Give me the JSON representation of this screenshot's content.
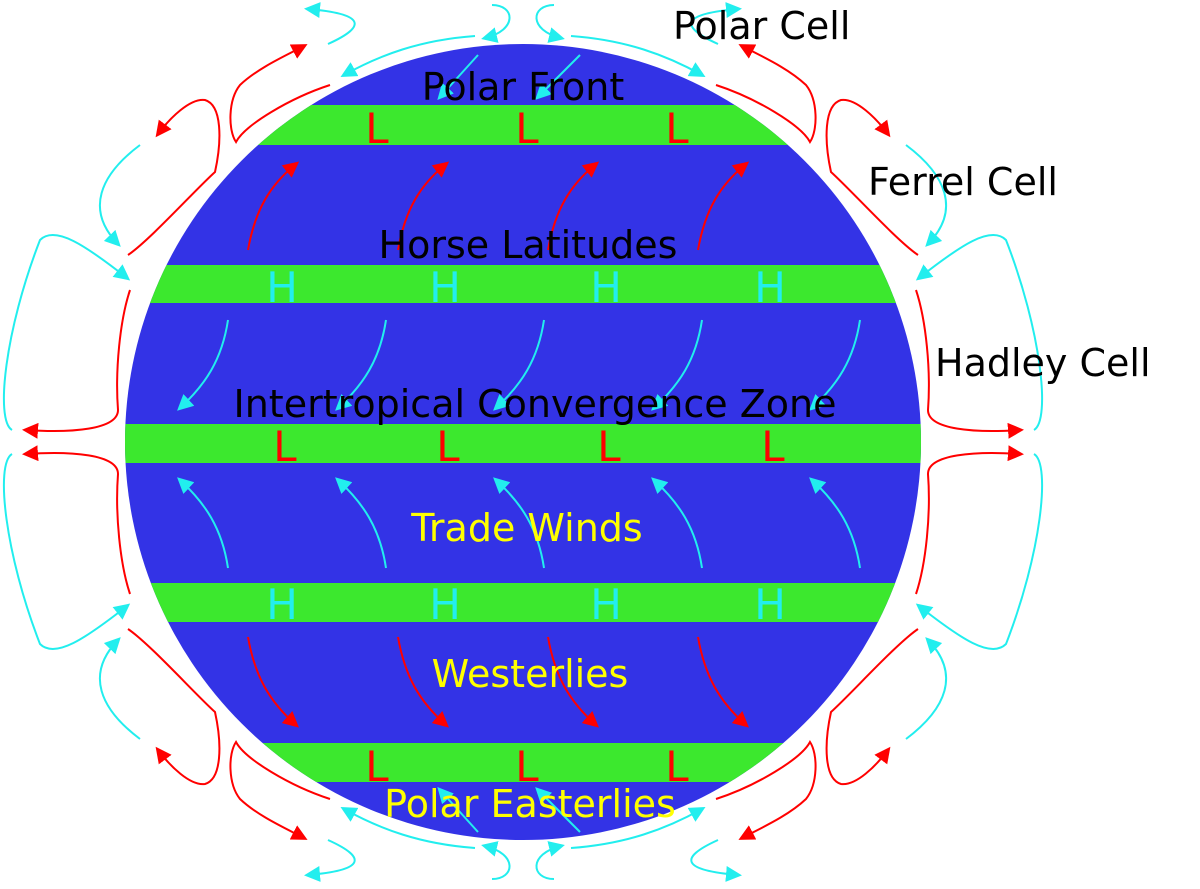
{
  "cells": {
    "polar": "Polar Cell",
    "ferrel": "Ferrel Cell",
    "hadley": "Hadley Cell"
  },
  "bands": {
    "polar_front": "Polar Front",
    "horse_latitudes": "Horse Latitudes",
    "itcz": "Intertropical Convergence Zone"
  },
  "winds": {
    "trade": "Trade Winds",
    "westerlies": "Westerlies",
    "polar_easterlies": "Polar Easterlies"
  },
  "pressure": {
    "low": "L",
    "high": "H"
  },
  "colors": {
    "earth": "#3333e6",
    "band": "#3ce82e",
    "warm": "#ff0000",
    "cold": "#22eeee",
    "wind_text": "#ffff00"
  }
}
